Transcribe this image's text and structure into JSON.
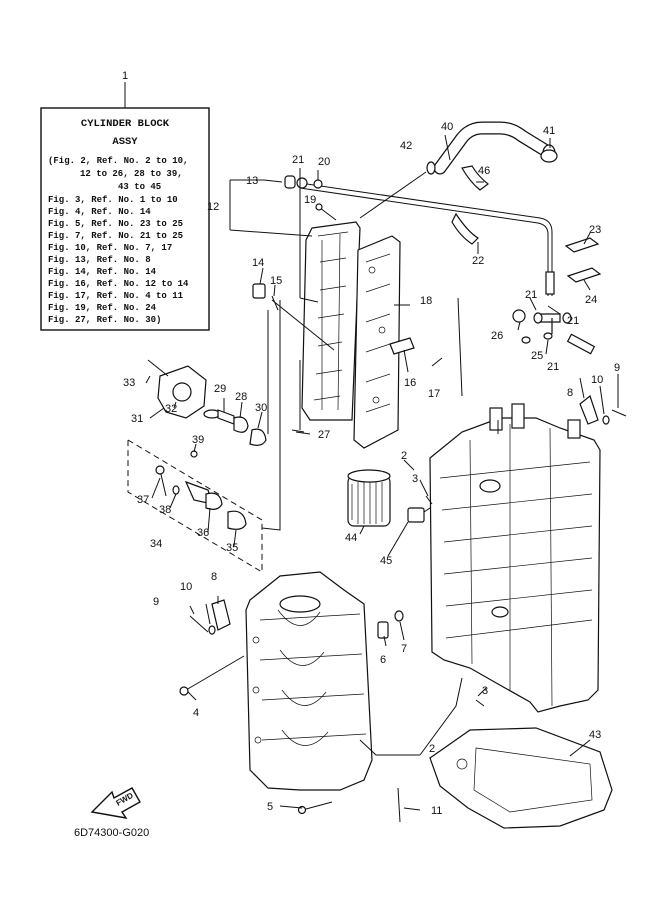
{
  "assy_box": {
    "ref": "1",
    "title_1": "CYLINDER BLOCK",
    "title_2": "ASSY",
    "lines": [
      "(Fig. 2, Ref. No. 2 to 10,",
      "12 to 26, 28 to 39,",
      "43 to 45",
      "Fig. 3, Ref. No. 1 to 10",
      "Fig. 4, Ref. No. 14",
      "Fig. 5, Ref. No. 23 to 25",
      "Fig. 7, Ref. No. 21 to 25",
      "Fig. 10, Ref. No. 7, 17",
      "Fig. 13, Ref. No. 8",
      "Fig. 14, Ref. No. 14",
      "Fig. 16, Ref. No. 12 to 14",
      "Fig. 17, Ref. No. 4 to 11",
      "Fig. 19, Ref. No. 24",
      "Fig. 27, Ref. No. 30)"
    ]
  },
  "callouts": {
    "c2a": "2",
    "c2b": "2",
    "c3a": "3",
    "c3b": "3",
    "c4": "4",
    "c5": "5",
    "c6": "6",
    "c7": "7",
    "c8a": "8",
    "c8b": "8",
    "c9a": "9",
    "c9b": "9",
    "c10a": "10",
    "c10b": "10",
    "c11": "11",
    "c12": "12",
    "c13": "13",
    "c14": "14",
    "c15": "15",
    "c16": "16",
    "c17": "17",
    "c18": "18",
    "c19": "19",
    "c20": "20",
    "c21a": "21",
    "c21b": "21",
    "c21c": "21",
    "c21d": "21",
    "c22": "22",
    "c23": "23",
    "c24": "24",
    "c25": "25",
    "c26": "26",
    "c27": "27",
    "c28": "28",
    "c29": "29",
    "c30": "30",
    "c31": "31",
    "c32": "32",
    "c33": "33",
    "c34": "34",
    "c35": "35",
    "c36": "36",
    "c37": "37",
    "c38": "38",
    "c39": "39",
    "c40": "40",
    "c41": "41",
    "c42": "42",
    "c43": "43",
    "c44": "44",
    "c45": "45",
    "c46": "46"
  },
  "fwd_label": "FWD",
  "drawing_code": "6D74300-G020"
}
